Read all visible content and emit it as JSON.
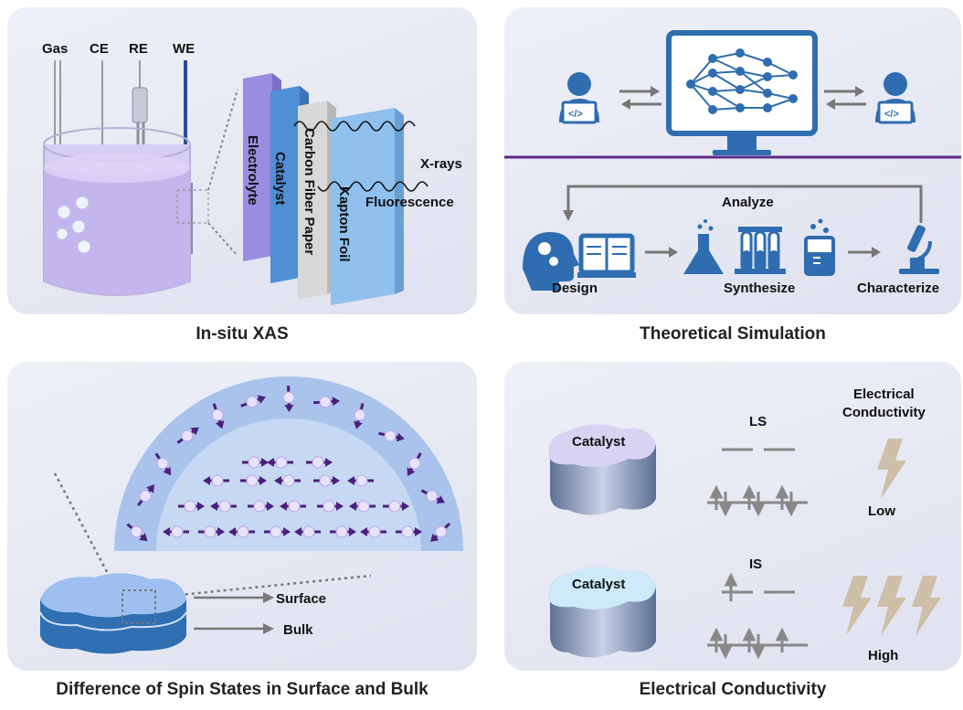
{
  "panels": {
    "xas": {
      "caption": "In-situ XAS",
      "electrodes": [
        "Gas",
        "CE",
        "RE",
        "WE"
      ],
      "layers": [
        "Electrolyte",
        "Catalyst",
        "Carbon Fiber Paper",
        "Kapton Foil"
      ],
      "xrays": "X-rays",
      "fluorescence": "Fluorescence"
    },
    "theory": {
      "caption": "Theoretical Simulation",
      "analyze": "Analyze",
      "design": "Design",
      "synthesize": "Synthesize",
      "characterize": "Characterize"
    },
    "spin": {
      "caption": "Difference of Spin States in Surface and Bulk",
      "surface": "Surface",
      "bulk": "Bulk"
    },
    "conductivity": {
      "caption": "Electrical Conductivity",
      "catalyst_top": "Catalyst",
      "catalyst_bottom": "Catalyst",
      "ls": "LS",
      "is": "IS",
      "heading_line1": "Electrical",
      "heading_line2": "Conductivity",
      "low": "Low",
      "high": "High"
    }
  },
  "colors": {
    "panel_bg": "#e6e8f2",
    "accent_blue": "#2f6db0",
    "divider_purple": "#5b2a86",
    "arrow_gray": "#777777",
    "lightning": "#cdbfa8",
    "spin_arrow": "#4b1f7a"
  }
}
